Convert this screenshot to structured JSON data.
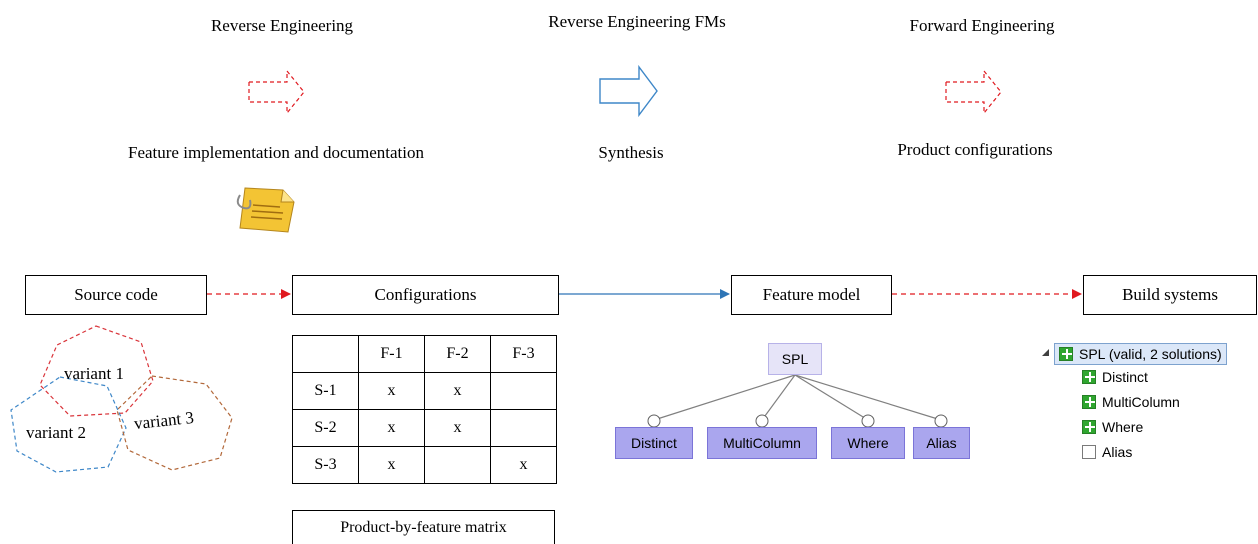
{
  "top": {
    "reverse_engineering": "Reverse Engineering",
    "reverse_engineering_fms": "Reverse Engineering FMs",
    "forward_engineering": "Forward Engineering",
    "feature_impl_doc": "Feature implementation  and documentation",
    "synthesis": "Synthesis",
    "product_configurations": "Product configurations"
  },
  "pipeline": {
    "source_code": "Source code",
    "configurations": "Configurations",
    "feature_model": "Feature model",
    "build_systems": "Build  systems"
  },
  "variants": [
    "variant  1",
    "variant  2",
    "variant  3"
  ],
  "matrix": {
    "caption": "Product-by-feature matrix",
    "headers": [
      "",
      "F-1",
      "F-2",
      "F-3"
    ],
    "rows": [
      [
        "S-1",
        "x",
        "x",
        ""
      ],
      [
        "S-2",
        "x",
        "x",
        ""
      ],
      [
        "S-3",
        "x",
        "",
        "x"
      ]
    ]
  },
  "feature_model_diagram": {
    "root": "SPL",
    "children": [
      "Distinct",
      "MultiColumn",
      "Where",
      "Alias"
    ]
  },
  "configuration_tree": {
    "root": "SPL (valid, 2 solutions)",
    "items": [
      {
        "label": "Distinct",
        "checked": true
      },
      {
        "label": "MultiColumn",
        "checked": true
      },
      {
        "label": "Where",
        "checked": true
      },
      {
        "label": "Alias",
        "checked": false
      }
    ]
  },
  "colors": {
    "red_dashed": "#e0191f",
    "blue": "#2e75b6",
    "variant1": "#d9343a",
    "variant2": "#3e87c8",
    "variant3": "#b2683a",
    "feature_fill": "#aaa6ee"
  }
}
